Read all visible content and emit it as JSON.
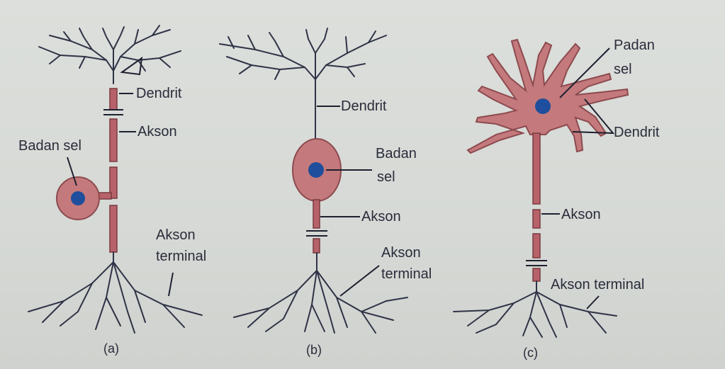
{
  "neurons": [
    {
      "caption": "(a)",
      "labels": {
        "dendrite": "Dendrit",
        "axon": "Akson",
        "cell_body": "Badan sel",
        "axon_terminal_line1": "Akson",
        "axon_terminal_line2": "terminal"
      }
    },
    {
      "caption": "(b)",
      "labels": {
        "dendrite": "Dendrit",
        "cell_body_line1": "Badan",
        "cell_body_line2": "sel",
        "axon": "Akson",
        "axon_terminal_line1": "Akson",
        "axon_terminal_line2": "terminal"
      }
    },
    {
      "caption": "(c)",
      "labels": {
        "cell_body_line1": "Padan",
        "cell_body_line2": "sel",
        "dendrite": "Dendrit",
        "axon": "Akson",
        "axon_terminal": "Akson terminal"
      }
    }
  ],
  "colors": {
    "axon": "#b7626a",
    "cell_body": "#c47a7c",
    "nucleus": "#1f4e9c",
    "lines": "#2f3346",
    "background": "#d9dcd8"
  }
}
